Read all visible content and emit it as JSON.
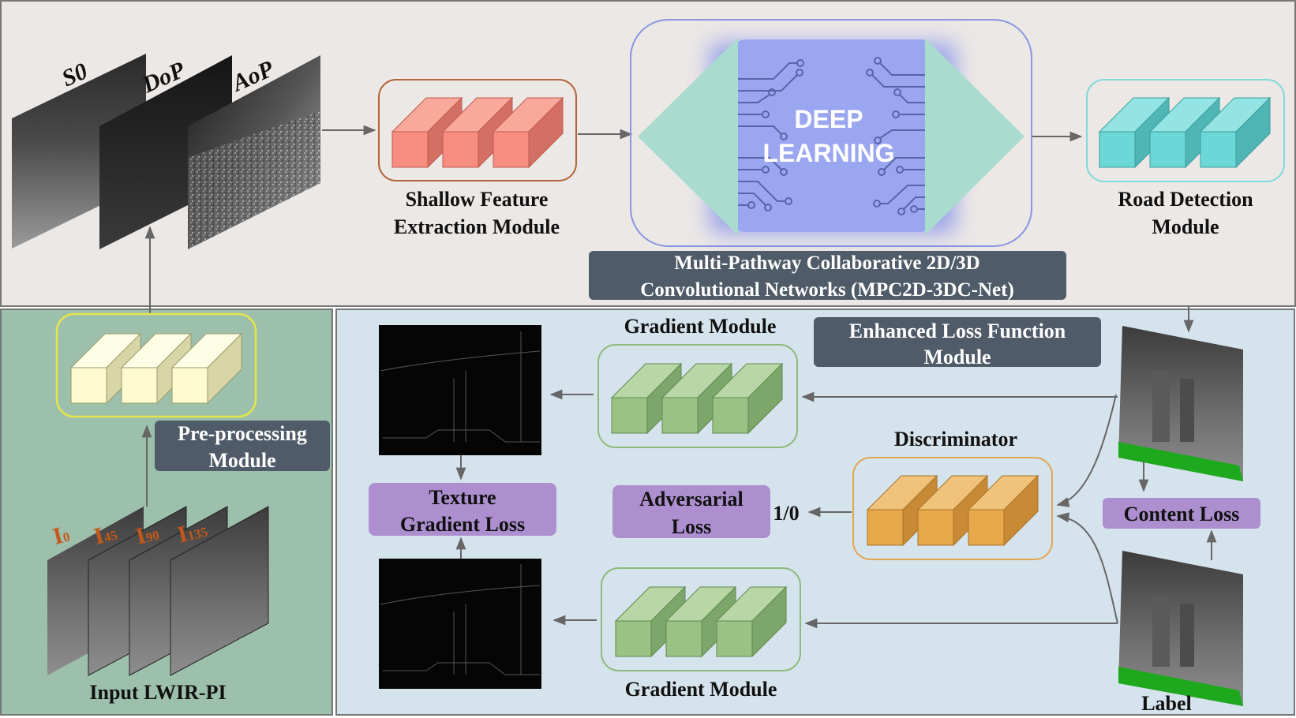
{
  "stokes_labels": [
    "S0",
    "DoP",
    "AoP"
  ],
  "shallow_module": [
    "Shallow Feature",
    "Extraction Module"
  ],
  "deep_learning": [
    "DEEP",
    "LEARNING"
  ],
  "network_name": [
    "Multi-Pathway Collaborative 2D/3D",
    "Convolutional Networks (MPC2D-3DC-Net)"
  ],
  "road_module": [
    "Road Detection",
    "Module"
  ],
  "preprocessing": [
    "Pre-processing",
    "Module"
  ],
  "input_label": "Input LWIR-PI",
  "polar_inputs": [
    "I",
    "I",
    "I",
    "I"
  ],
  "polar_subscripts": [
    "0",
    "45",
    "90",
    "135"
  ],
  "gradient_module_top": "Gradient Module",
  "gradient_module_bottom": "Gradient Module",
  "enhanced_loss": [
    "Enhanced Loss  Function",
    "Module"
  ],
  "discriminator": "Discriminator",
  "texture_loss": [
    "Texture",
    "Gradient Loss"
  ],
  "adversarial_loss": [
    "Adversarial",
    "Loss"
  ],
  "adv_output": "1/0",
  "content_loss": "Content Loss",
  "label": "Label",
  "colors": {
    "top_panel": "#ece8e6",
    "left_panel": "#9dc0ac",
    "right_panel": "#d5e3ed",
    "tag_bg": "#4f5b68",
    "loss_purple": "#ad8fcf",
    "shallow_cube": "#f78d80",
    "road_cube": "#6cd7d7",
    "pre_cube": "#fdfbcf",
    "grad_cube": "#9bc285",
    "disc_cube": "#e8a94b",
    "dl_core": "#9aa6f0",
    "dl_triangle": "#a9dccf"
  }
}
